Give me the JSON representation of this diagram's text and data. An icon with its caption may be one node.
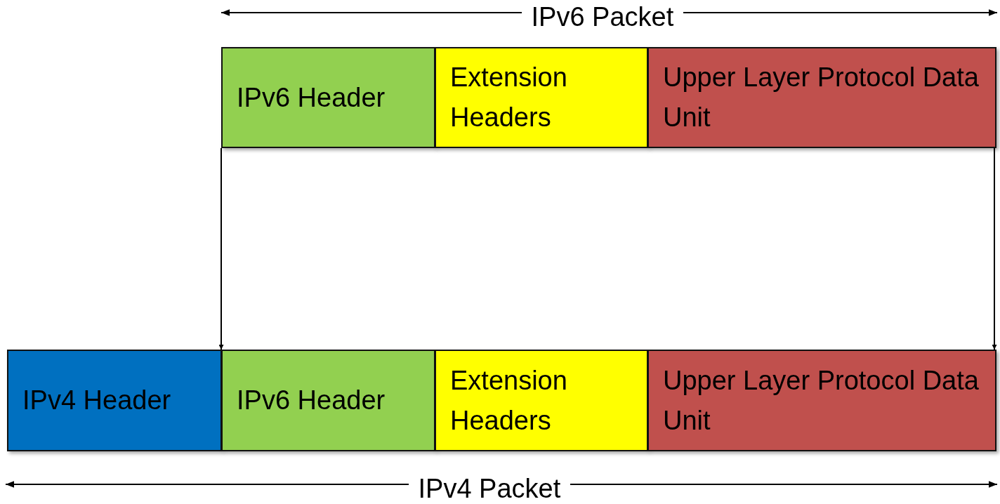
{
  "diagram": {
    "nodes": [
      {
        "text": [
          "IPv6 Header"
        ]
      },
      {
        "text": [
          "Extension Headers"
        ]
      },
      {
        "text": [
          "Upper Layer Protocol Data Unit"
        ]
      },
      {
        "text": [
          "IPv4 Header"
        ]
      },
      {
        "text": [
          "IPv6 Header"
        ]
      },
      {
        "text": [
          "Extension Headers"
        ]
      },
      {
        "text": [
          "Upper Layer Protocol Data Unit"
        ]
      }
    ],
    "edges": [
      {
        "from": 0,
        "to": 4,
        "arrow": "to"
      },
      {
        "from": 2,
        "to": 6,
        "arrow": "to"
      }
    ],
    "labels": [
      "IPv6 Packet",
      "IPv4 Packet"
    ]
  }
}
